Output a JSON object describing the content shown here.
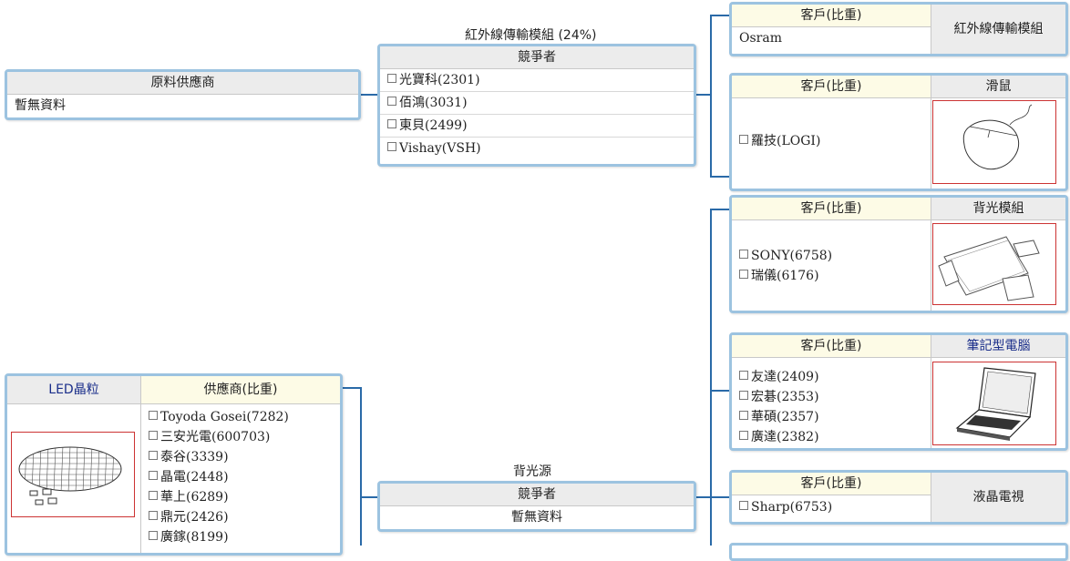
{
  "raw_supplier": {
    "header": "原料供應商",
    "value": "暫無資料"
  },
  "ir_module": {
    "title": "紅外線傳輸模組 (24%)",
    "header": "競爭者",
    "items": [
      "光寶科(2301)",
      "佰鴻(3031)",
      "東貝(2499)",
      "Vishay(VSH)"
    ]
  },
  "backlight_source": {
    "title": "背光源",
    "header": "競爭者",
    "value": "暫無資料"
  },
  "led": {
    "label": "LED晶粒",
    "header": "供應商(比重)",
    "items": [
      "Toyoda Gosei(7282)",
      "三安光電(600703)",
      "泰谷(3339)",
      "晶電(2448)",
      "華上(6289)",
      "鼎元(2426)",
      "廣鎵(8199)"
    ]
  },
  "clients": [
    {
      "header": "客戶(比重)",
      "product": "紅外線傳輸模組",
      "items": [
        "Osram"
      ],
      "checkbox": false
    },
    {
      "header": "客戶(比重)",
      "product": "滑鼠",
      "items": [
        "羅技(LOGI)"
      ],
      "checkbox": true
    },
    {
      "header": "客戶(比重)",
      "product": "背光模組",
      "items": [
        "SONY(6758)",
        "瑞儀(6176)"
      ],
      "checkbox": true
    },
    {
      "header": "客戶(比重)",
      "product": "筆記型電腦",
      "items": [
        "友達(2409)",
        "宏碁(2353)",
        "華碩(2357)",
        "廣達(2382)"
      ],
      "checkbox": true
    },
    {
      "header": "客戶(比重)",
      "product": "液晶電視",
      "items": [
        "Sharp(6753)"
      ],
      "checkbox": true
    }
  ],
  "colors": {
    "border": "#9cc3e0",
    "line": "#2a6aa8",
    "header_gray": "#ececec",
    "header_cream": "#fdfbe6",
    "image_frame": "#cc3333"
  }
}
